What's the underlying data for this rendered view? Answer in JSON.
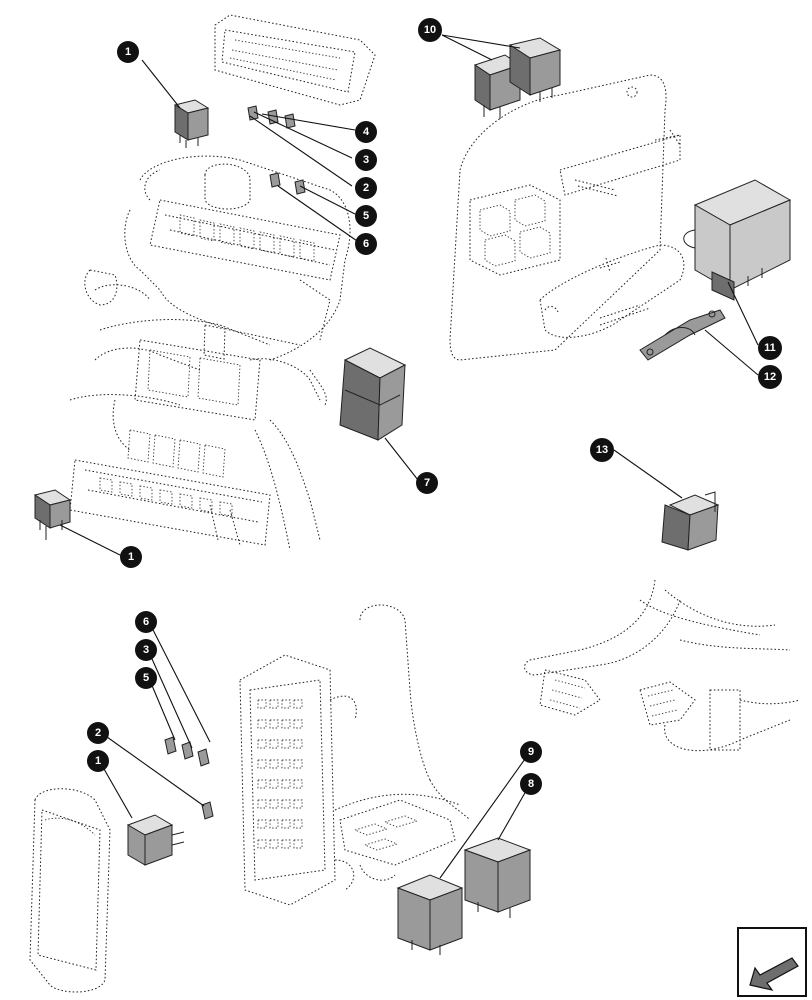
{
  "callouts": [
    {
      "id": "c1a",
      "label": "1"
    },
    {
      "id": "c4",
      "label": "4"
    },
    {
      "id": "c3",
      "label": "3"
    },
    {
      "id": "c2",
      "label": "2"
    },
    {
      "id": "c5",
      "label": "5"
    },
    {
      "id": "c6",
      "label": "6"
    },
    {
      "id": "c7",
      "label": "7"
    },
    {
      "id": "c1b",
      "label": "1"
    },
    {
      "id": "c10",
      "label": "10"
    },
    {
      "id": "c11",
      "label": "11"
    },
    {
      "id": "c12",
      "label": "12"
    },
    {
      "id": "c13",
      "label": "13"
    },
    {
      "id": "c6b",
      "label": "6"
    },
    {
      "id": "c3b",
      "label": "3"
    },
    {
      "id": "c5b",
      "label": "5"
    },
    {
      "id": "c2b",
      "label": "2"
    },
    {
      "id": "c1c",
      "label": "1"
    },
    {
      "id": "c9",
      "label": "9"
    },
    {
      "id": "c8",
      "label": "8"
    }
  ],
  "icons": {
    "nav": "arrow-back-icon"
  },
  "colors": {
    "callout_fill": "#111111",
    "part_fill": "#8a8a8a",
    "line": "#222222"
  }
}
